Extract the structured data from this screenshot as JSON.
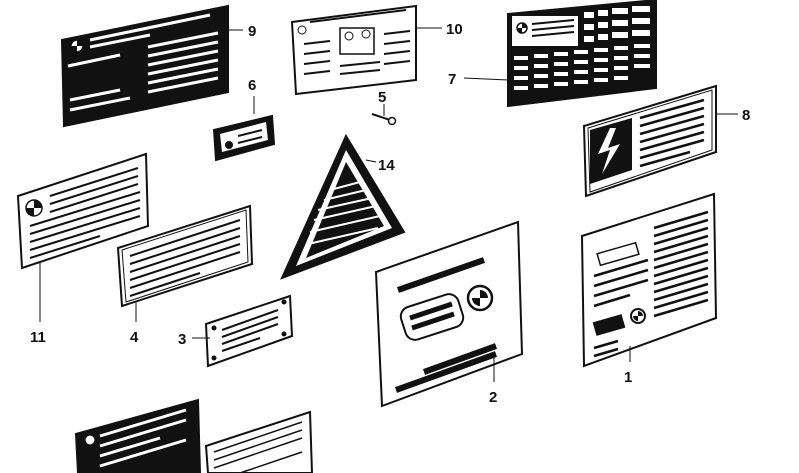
{
  "diagram": {
    "callouts": [
      {
        "id": "9",
        "label": "9"
      },
      {
        "id": "10",
        "label": "10"
      },
      {
        "id": "7",
        "label": "7"
      },
      {
        "id": "6",
        "label": "6"
      },
      {
        "id": "5",
        "label": "5"
      },
      {
        "id": "8",
        "label": "8"
      },
      {
        "id": "14",
        "label": "14"
      },
      {
        "id": "11",
        "label": "11"
      },
      {
        "id": "4",
        "label": "4"
      },
      {
        "id": "3",
        "label": "3"
      },
      {
        "id": "2",
        "label": "2"
      },
      {
        "id": "1",
        "label": "1"
      }
    ]
  },
  "colors": {
    "ink": "#111111",
    "paper": "#ffffff",
    "soft_fill": "#f3f3f3"
  },
  "icons": [
    "bmw-roundel-icon",
    "high-voltage-bolt-icon",
    "warning-triangle-icon",
    "pin-rivet-icon"
  ]
}
